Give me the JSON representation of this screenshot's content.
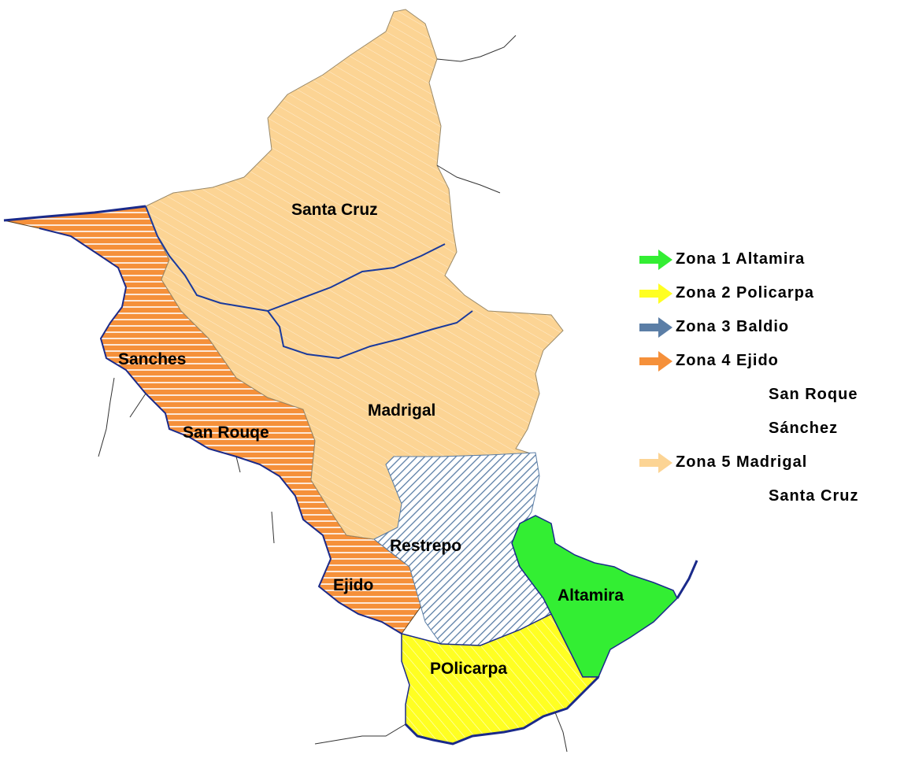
{
  "map": {
    "regions": {
      "santa_cruz": "Santa Cruz",
      "sanches": "Sanches",
      "san_rouqe": "San Rouqe",
      "madrigal": "Madrigal",
      "restrepo": "Restrepo",
      "ejido": "Ejido",
      "altamira": "Altamira",
      "policarpa": "POlicarpa"
    },
    "colors": {
      "zona1": "#33ee33",
      "zona2": "#ffff22",
      "zona3": "#5b7ea6",
      "zona4": "#f5903a",
      "zona5": "#fcd494",
      "river": "#1a3a9c",
      "border": "#1a2a8a"
    }
  },
  "legend": {
    "items": [
      {
        "label": "Zona 1 Altamira",
        "color": "#33ee33",
        "icon": "arrow-right-icon"
      },
      {
        "label": "Zona 2 Policarpa",
        "color": "#ffff22",
        "icon": "arrow-right-icon"
      },
      {
        "label": "Zona 3 Baldio",
        "color": "#5b7ea6",
        "icon": "arrow-right-icon"
      },
      {
        "label": "Zona 4 Ejido",
        "color": "#f5903a",
        "icon": "arrow-right-icon"
      }
    ],
    "zona4_sub": [
      "San Roque",
      "Sánchez"
    ],
    "zona5": {
      "label": "Zona 5 Madrigal",
      "color": "#fcd494",
      "icon": "arrow-right-icon"
    },
    "zona5_sub": [
      "Santa Cruz"
    ]
  }
}
